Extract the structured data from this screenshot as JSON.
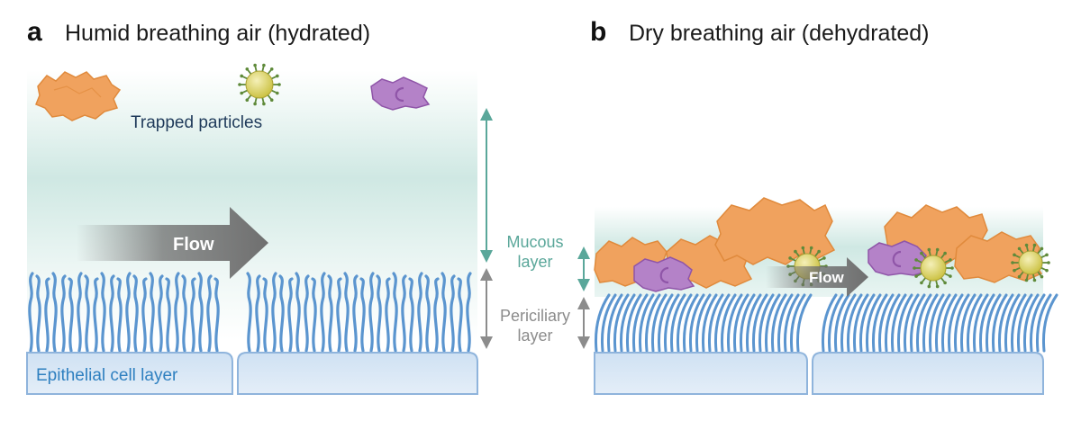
{
  "panel_a": {
    "letter": "a",
    "title": "Humid breathing air (hydrated)",
    "trapped_label": "Trapped particles",
    "flow_label": "Flow",
    "cell_label": "Epithelial cell layer"
  },
  "panel_b": {
    "letter": "b",
    "title": "Dry breathing air (dehydrated)",
    "flow_label": "Flow"
  },
  "legend": {
    "mucous_line1": "Mucous",
    "mucous_line2": "layer",
    "peri_line1": "Periciliary",
    "peri_line2": "layer"
  },
  "colors": {
    "mucus": "#cfe8e3",
    "cilia": "#5b95cf",
    "epithelium": "#dbe9f6",
    "particle_orange": "#f0a25e",
    "particle_purple": "#b482c8",
    "virus_yellow": "#d6cd5a",
    "mucous_arrow": "#5aa79a",
    "peri_arrow": "#8c8c8c"
  }
}
